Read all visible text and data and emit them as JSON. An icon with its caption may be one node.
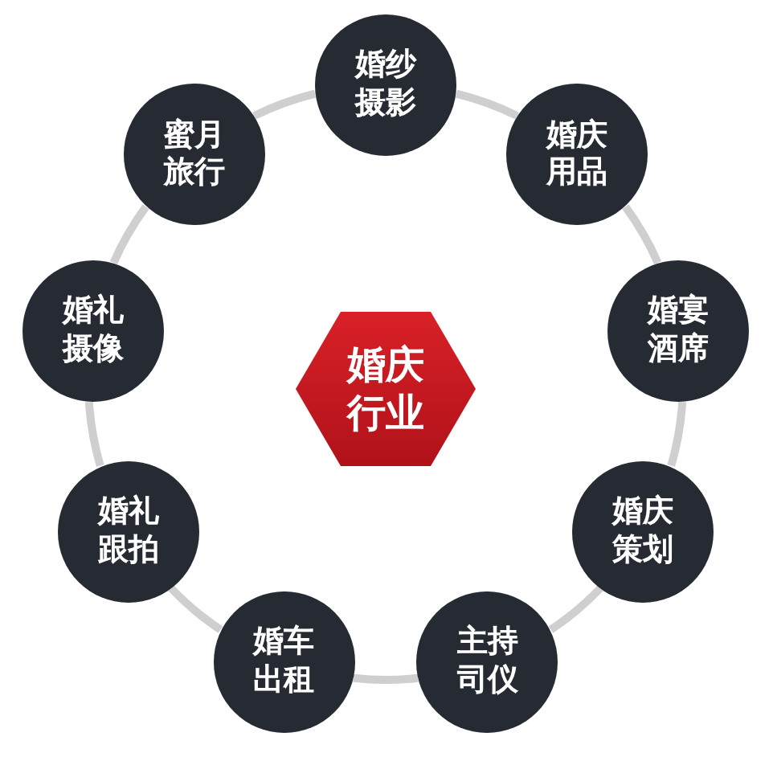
{
  "diagram": {
    "nodes": [
      {
        "text": [
          "婚纱摄影"
        ]
      },
      {
        "text": [
          "婚庆用品"
        ]
      },
      {
        "text": [
          "婚宴酒席"
        ]
      },
      {
        "text": [
          "婚庆策划"
        ]
      },
      {
        "text": [
          "主持司仪"
        ]
      },
      {
        "text": [
          "婚车出租"
        ]
      },
      {
        "text": [
          "婚礼跟拍"
        ]
      },
      {
        "text": [
          "婚礼摄像"
        ]
      },
      {
        "text": [
          "蜜月旅行"
        ]
      },
      {
        "text": [
          "婚庆行业"
        ]
      }
    ],
    "edges": [
      {
        "from": 0,
        "to": 1,
        "arrow": "none"
      },
      {
        "from": 1,
        "to": 2,
        "arrow": "none"
      },
      {
        "from": 2,
        "to": 3,
        "arrow": "none"
      },
      {
        "from": 3,
        "to": 4,
        "arrow": "none"
      },
      {
        "from": 4,
        "to": 5,
        "arrow": "none"
      },
      {
        "from": 5,
        "to": 6,
        "arrow": "none"
      },
      {
        "from": 6,
        "to": 7,
        "arrow": "none"
      },
      {
        "from": 7,
        "to": 8,
        "arrow": "none"
      },
      {
        "from": 8,
        "to": 0,
        "arrow": "none"
      }
    ]
  }
}
